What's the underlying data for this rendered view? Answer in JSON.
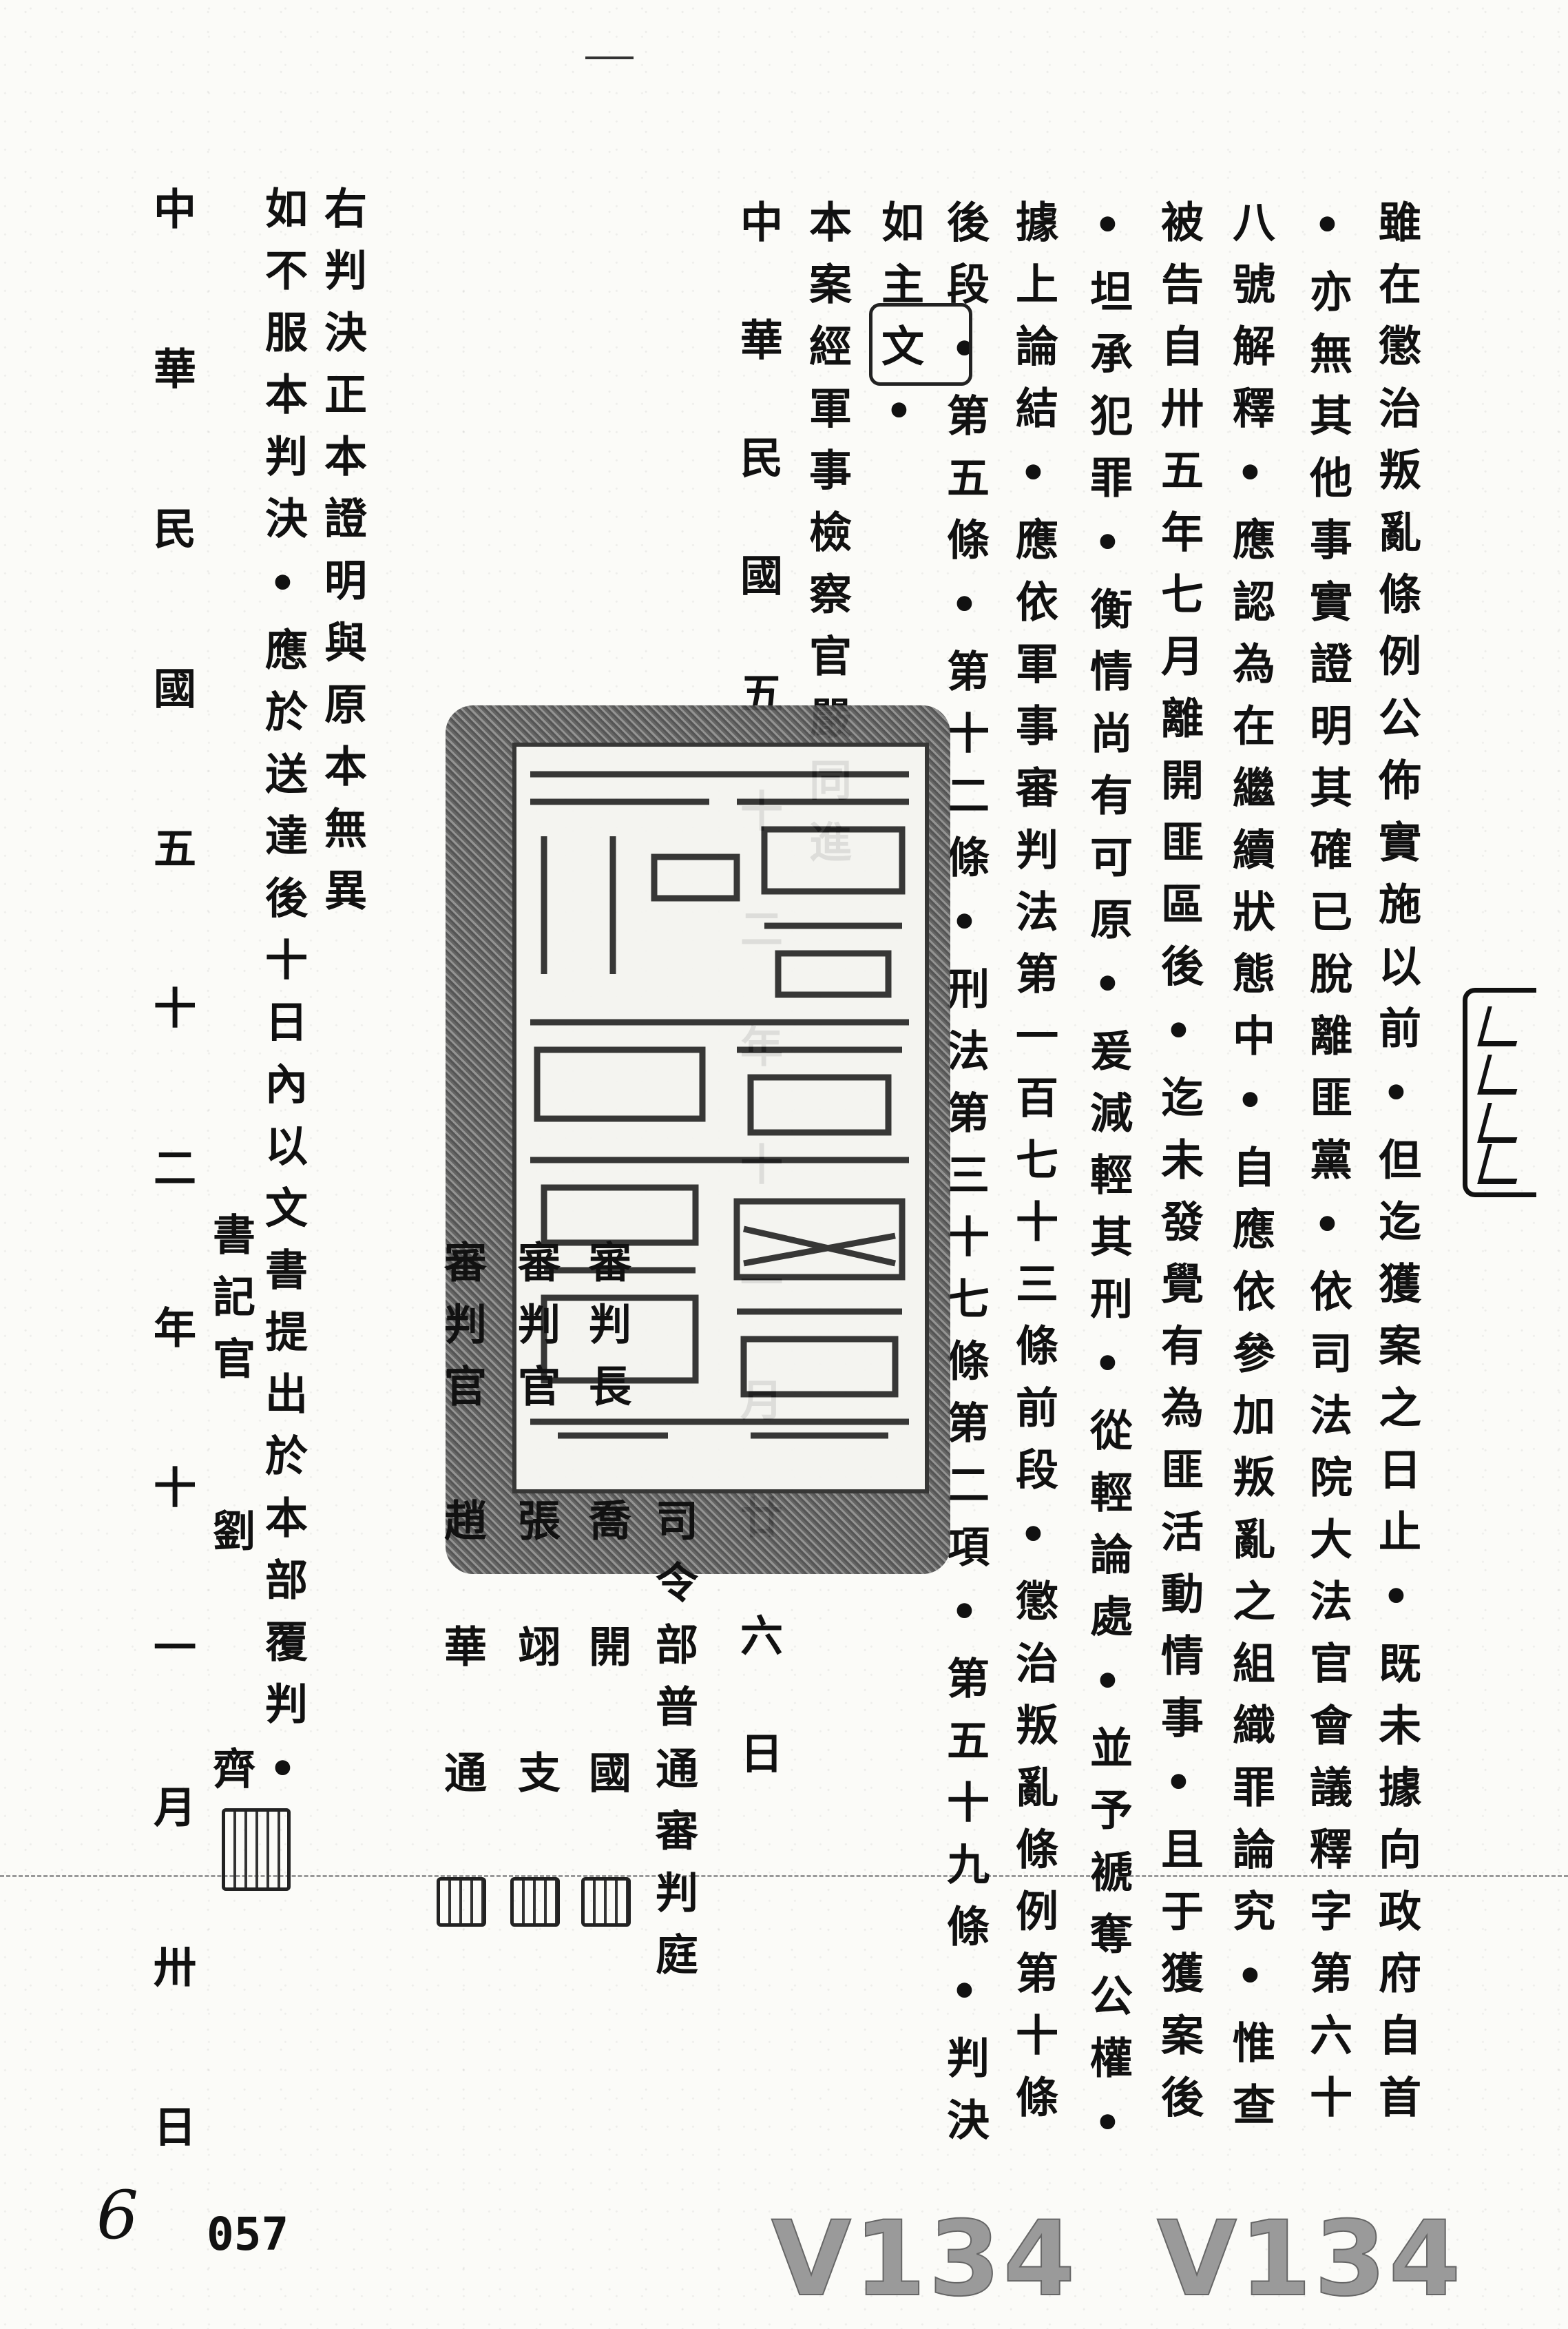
{
  "body_columns": [
    "雖在懲治叛亂條例公佈實施以前•但迄獲案之日止•既未據向政府自首",
    "•亦無其他事實證明其確已脫離匪黨•依司法院大法官會議釋字第六十",
    "八號解釋•應認為在繼續狀態中•自應依參加叛亂之組織罪論究•惟查",
    "被告自卅五年七月離開匪區後•迄未發覺有為匪活動情事•且于獲案後",
    "•坦承犯罪•衡情尚有可原•爰減輕其刑•從輕論處•並予褫奪公權•",
    "據上論結•應依軍事審判法第一百七十三條前段•懲治叛亂條例第十條",
    "後段•第五條•第十二條•刑法第三十七條第二項•第五十九條•判決",
    "如主文•",
    "本案經軍事檢察官嚴同進"
  ],
  "judgment_date": "中華民國五十二年十一月廿六日",
  "court": "司令部普通審判庭",
  "judges": [
    {
      "title": "審判長",
      "name": "喬開國"
    },
    {
      "title": "審判官",
      "name": "張翊支"
    },
    {
      "title": "審判官",
      "name": "趙華通"
    }
  ],
  "certification": "右判決正本證明與原本無異",
  "appeal_notice": "如不服本判決•應於送達後十日內以文書提出於本部覆判•",
  "clerk": {
    "title": "書記官",
    "surname": "劉",
    "given": "齊"
  },
  "issue_date": "中華民國五十二年十一月卅日",
  "watermark": "V134",
  "page_number": "057",
  "handwritten_mark": "6"
}
